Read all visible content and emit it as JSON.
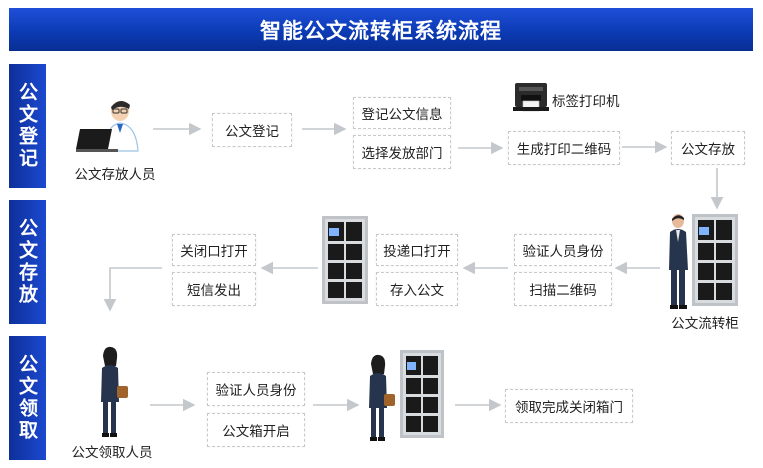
{
  "title": "智能公文流转柜系统流程",
  "stages": [
    {
      "label": "公文登记"
    },
    {
      "label": "公文存放"
    },
    {
      "label": "公文领取"
    }
  ],
  "row1": {
    "person_label": "公文存放人员",
    "register_box": "公文登记",
    "info_box": "登记公文信息",
    "dept_box": "选择发放部门",
    "printer_label": "标签打印机",
    "qr_box": "生成打印二维码",
    "store_box": "公文存放"
  },
  "row2": {
    "cabinet_label": "公文流转柜",
    "verify_box": "验证人员身份",
    "scan_box": "扫描二维码",
    "open_box": "投递口打开",
    "deposit_box": "存入公文",
    "close_box": "关闭口打开",
    "sms_box": "短信发出"
  },
  "row3": {
    "person_label": "公文领取人员",
    "verify_box": "验证人员身份",
    "open_box": "公文箱开启",
    "done_box": "领取完成关闭箱门"
  }
}
